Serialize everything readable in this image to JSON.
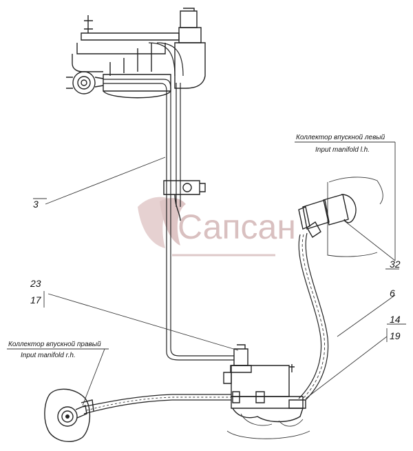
{
  "watermark": {
    "text": "Сапсан",
    "color": "#d9c0c0"
  },
  "callouts": {
    "c3": "3",
    "c23": "23",
    "c17": "17",
    "c6": "6",
    "c14": "14",
    "c19": "19",
    "c32": "32"
  },
  "captions": {
    "left_ru": "Коллектор впускной левый",
    "left_en": "Input manifold l.h.",
    "right_ru": "Коллектор впускной правый",
    "right_en": "Input manifold r.h."
  }
}
